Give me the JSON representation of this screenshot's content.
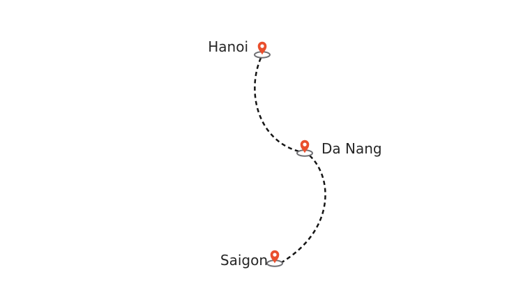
{
  "map": {
    "type": "route-map",
    "cities": [
      {
        "name": "Hanoi",
        "label_side": "left"
      },
      {
        "name": "Da Nang",
        "label_side": "right"
      },
      {
        "name": "Saigon",
        "label_side": "left"
      }
    ],
    "route_segments": [
      {
        "from": "Hanoi",
        "to": "Da Nang",
        "style": "dashed"
      },
      {
        "from": "Da Nang",
        "to": "Saigon",
        "style": "dashed"
      }
    ],
    "colors": {
      "pin": "#E94F2D",
      "pin_hole": "#FFFFFF",
      "pin_base_stroke": "#6F6F73",
      "route_line": "#151515",
      "label_text": "#262626",
      "background": "#FFFFFF"
    }
  }
}
